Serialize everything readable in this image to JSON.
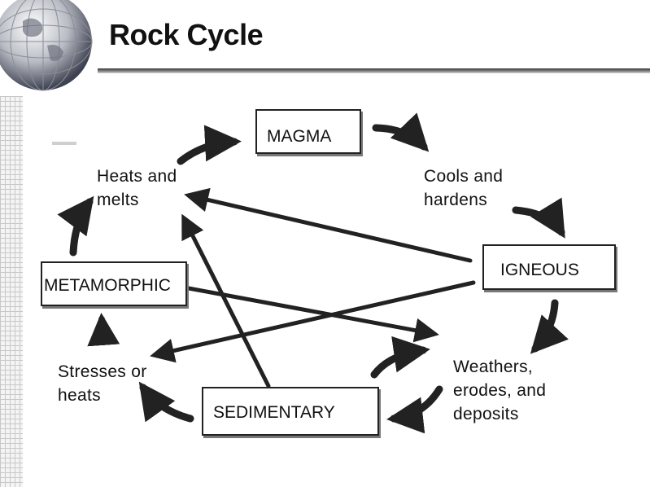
{
  "slide": {
    "title": "Rock Cycle"
  },
  "diagram": {
    "boxes": {
      "magma": "MAGMA",
      "igneous": "IGNEOUS",
      "metamorphic": "METAMORPHIC",
      "sedimentary": "SEDIMENTARY"
    },
    "process_labels": {
      "heats_and_melts": [
        "Heats and",
        "melts"
      ],
      "cools_and_hardens": [
        "Cools and",
        "hardens"
      ],
      "stresses_or_heats": [
        "Stresses or",
        "heats"
      ],
      "weathers_erodes_deposits": [
        "Weathers,",
        "erodes, and",
        "deposits"
      ]
    },
    "arrow_color": "#222222"
  },
  "icons": {
    "logo": "globe-icon"
  }
}
